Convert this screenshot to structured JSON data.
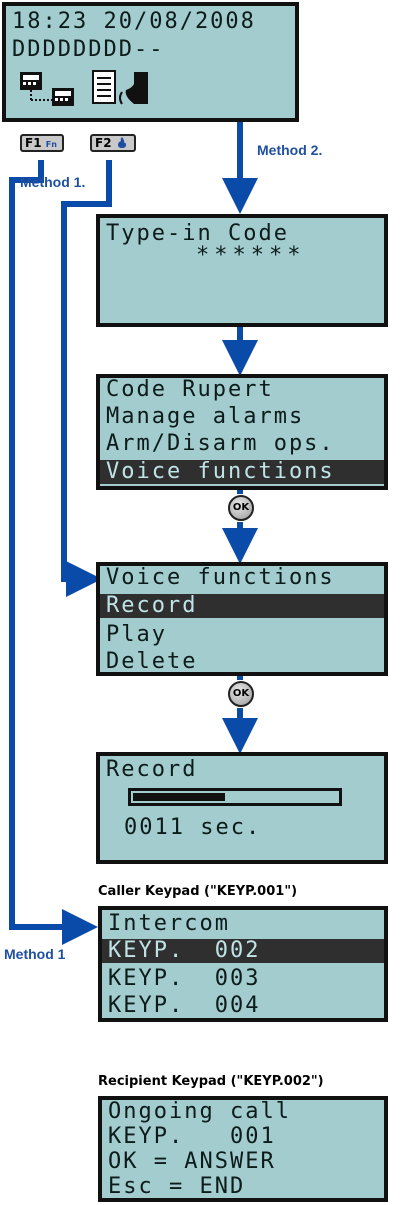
{
  "top_display": {
    "datetime": "18:23 20/08/2008",
    "status": "DDDDDDDD--",
    "icons": [
      "keypad-to-keypad-icon",
      "list-call-icon"
    ]
  },
  "function_keys": {
    "f1_label": "F1",
    "f1_sub": "Fn",
    "f2_label": "F2",
    "f2_icon": "fire-icon"
  },
  "methods": {
    "method1_label": "Method 1.",
    "method2_label": "Method 2.",
    "method1_side_label": "Method 1"
  },
  "code_display": {
    "line1": "Type-in Code",
    "line2": "******"
  },
  "user_menu": {
    "line1": "Code Rupert",
    "line2": "Manage alarms",
    "line3": "Arm/Disarm ops.",
    "line4": "Voice functions"
  },
  "ok_button": {
    "label": "OK"
  },
  "voice_menu": {
    "line1": "Voice functions",
    "line2": "Record",
    "line3": "Play",
    "line4": "Delete"
  },
  "record_display": {
    "line1": "Record",
    "progress": 0.45,
    "line3": "0011 sec."
  },
  "caller": {
    "caption": "Caller Keypad (\"KEYP.001\")",
    "line1": "Intercom",
    "line2": "KEYP.  002",
    "line3": "KEYP.  003",
    "line4": "KEYP.  004"
  },
  "recipient": {
    "caption": "Recipient Keypad (\"KEYP.002\")",
    "line1": "Ongoing call",
    "line2": "KEYP.   001",
    "line3": "OK = ANSWER",
    "line4": "Esc = END"
  },
  "colors": {
    "lcd_background": "#a3cccf",
    "highlight": "#2f2f2f",
    "arrow_blue": "#0a4aa8",
    "method_text": "#1f4fa0"
  }
}
